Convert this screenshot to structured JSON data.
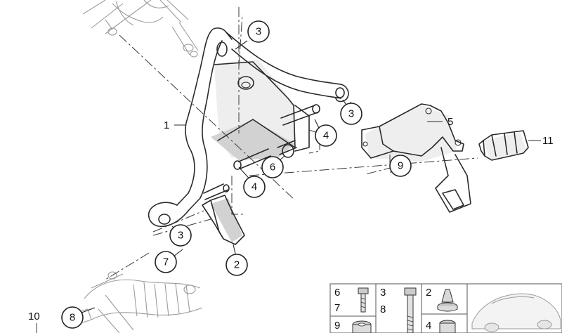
{
  "callouts": {
    "c1": "1",
    "c2": "2",
    "c3a": "3",
    "c3b": "3",
    "c3c": "3",
    "c4a": "4",
    "c4b": "4",
    "c5": "5",
    "c6": "6",
    "c7": "7",
    "c8": "8",
    "c9": "9",
    "c10": "10",
    "c11": "11"
  },
  "legend": {
    "col1_top": "6",
    "col1_mid": "7",
    "col1_bot": "9",
    "col2_top": "3",
    "col2_mid": "8",
    "col3_top": "2",
    "col3_bot": "4"
  }
}
